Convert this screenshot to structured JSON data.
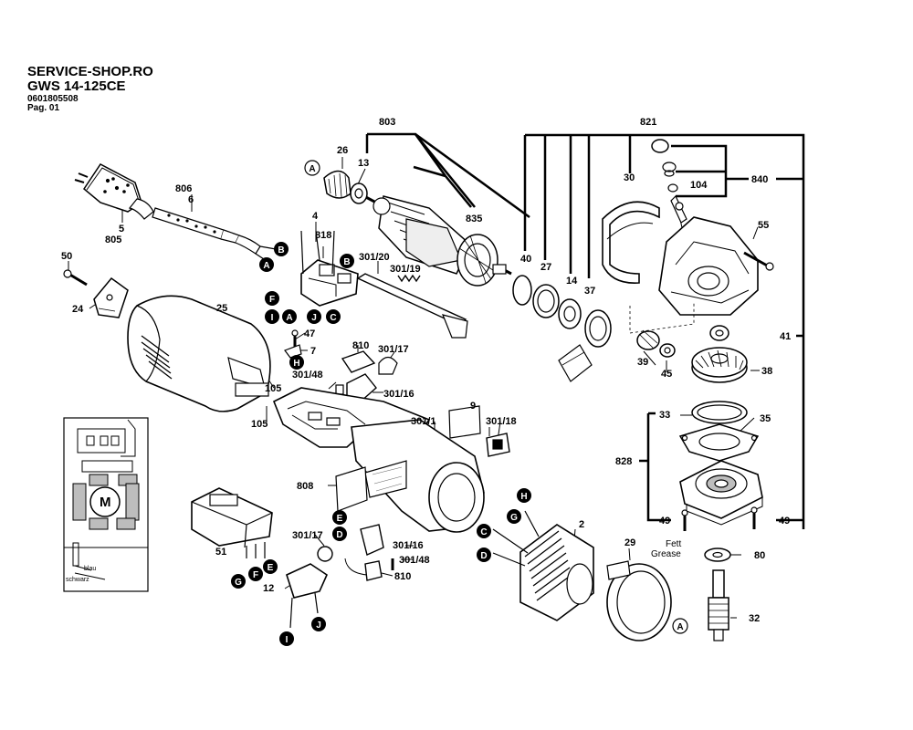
{
  "header": {
    "shop": "SERVICE-SHOP.RO",
    "model": "GWS 14-125CE",
    "number": "0601805508",
    "page": "Pag. 01"
  },
  "labels": {
    "l803": "803",
    "l821": "821",
    "l26": "26",
    "l13": "13",
    "l806": "806",
    "l6": "6",
    "l5": "5",
    "l805": "805",
    "l835": "835",
    "l30": "30",
    "l840": "840",
    "l104": "104",
    "l55": "55",
    "l4": "4",
    "l818": "818",
    "l301_20": "301/20",
    "l301_19": "301/19",
    "l50": "50",
    "l40": "40",
    "l27": "27",
    "l14": "14",
    "l37": "37",
    "l24": "24",
    "l25": "25",
    "l47": "47",
    "l7": "7",
    "l810a": "810",
    "l301_17a": "301/17",
    "l301_48a": "301/48",
    "l301_16a": "301/16",
    "l39": "39",
    "l45": "45",
    "l41": "41",
    "l38": "38",
    "l105a": "105",
    "l105b": "105",
    "l9": "9",
    "l301_1": "301/1",
    "l301_18": "301/18",
    "l33": "33",
    "l35": "35",
    "l828": "828",
    "l808": "808",
    "l49a": "49",
    "l49b": "49",
    "l2": "2",
    "l301_17b": "301/17",
    "l301_16b": "301/16",
    "l301_48b": "301/48",
    "l810b": "810",
    "l51": "51",
    "l29": "29",
    "l12": "12",
    "l32": "32",
    "l80": "80"
  },
  "fett": {
    "line1": "Fett",
    "line2": "Grease"
  },
  "schematic": {
    "motor": "M",
    "wire1": "blau",
    "wire2": "schwarz"
  },
  "letters": {
    "c_A1": "A",
    "c_B1": "B",
    "c_A2": "A",
    "c_B2": "B",
    "c_F1": "F",
    "c_I1": "I",
    "c_A3": "A",
    "c_J1": "J",
    "c_C1": "C",
    "c_H1": "H",
    "c_E1": "E",
    "c_D1": "D",
    "c_H2": "H",
    "c_G1": "G",
    "c_C2": "C",
    "c_D2": "D",
    "c_A4": "A",
    "c_G2": "G",
    "c_F2": "F",
    "c_E2": "E",
    "c_I2": "I",
    "c_J2": "J"
  },
  "colors": {
    "ink": "#000000",
    "paper": "#ffffff",
    "shade": "#bdbdbd"
  }
}
